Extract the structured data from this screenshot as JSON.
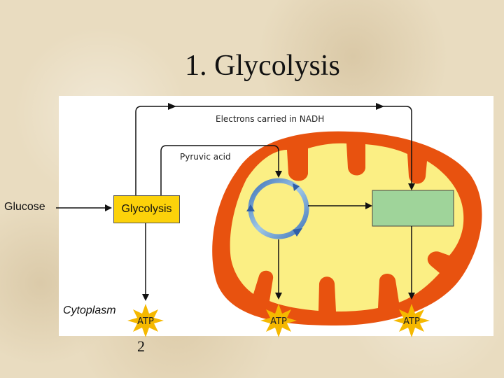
{
  "title": "1. Glycolysis",
  "labels": {
    "glucose": "Glucose",
    "glycolysis": "Glycolysis",
    "cytoplasm": "Cytoplasm",
    "electrons": "Electrons carried in NADH",
    "pyruvic_acid": "Pyruvic acid",
    "atp": "ATP",
    "glycolysis_atp_count": "2"
  },
  "colors": {
    "mitochondrion_outer": "#e8520f",
    "mitochondrion_matrix": "#fbef84",
    "glycolysis_box": "#fcd20a",
    "etc_box": "#9fd49a",
    "cycle_ring": "#4f86c6",
    "atp_star": "#f5b800"
  }
}
